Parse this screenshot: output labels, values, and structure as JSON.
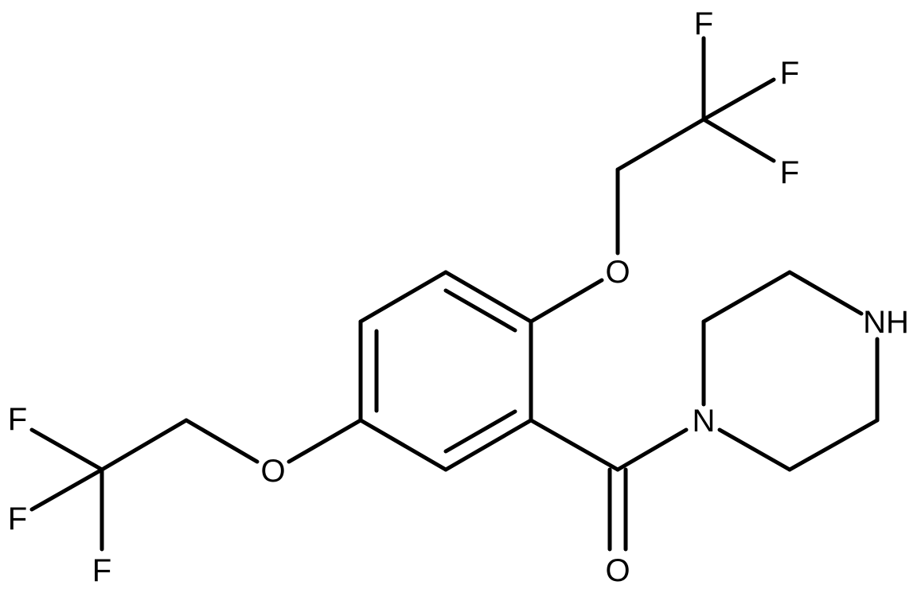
{
  "molecule": {
    "atoms": {
      "f_top_1": "F",
      "f_top_2": "F",
      "f_top_3": "F",
      "o_ether_upper": "O",
      "n_amine_h": "NH",
      "n_amide": "N",
      "f_left_1": "F",
      "f_left_2": "F",
      "f_left_3": "F",
      "o_ether_lower": "O",
      "o_carbonyl": "O"
    }
  },
  "colors": {
    "bond": "#000000",
    "label": "#000000",
    "background": "#ffffff"
  }
}
